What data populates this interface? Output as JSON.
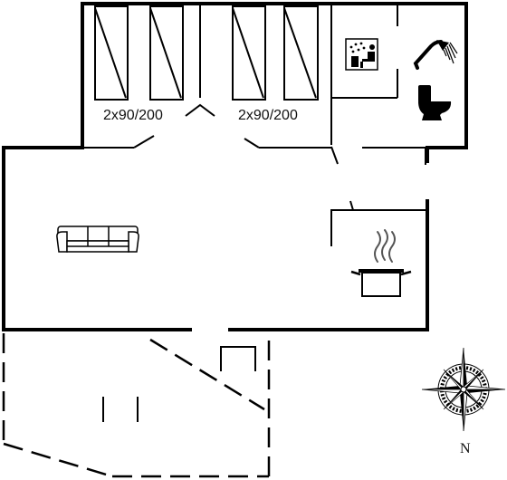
{
  "rooms": {
    "bedroom_left": {
      "bed_label": "2x90/200"
    },
    "bedroom_right": {
      "bed_label": "2x90/200"
    }
  },
  "icons": {
    "sauna": "sauna-icon",
    "shower": "shower-icon",
    "toilet": "toilet-icon",
    "sofa": "sofa-icon",
    "cooking_pot": "cooking-pot-icon",
    "compass": "compass-rose-icon"
  },
  "compass": {
    "north_label": "N"
  },
  "colors": {
    "wall": "#000000",
    "background": "#ffffff"
  }
}
